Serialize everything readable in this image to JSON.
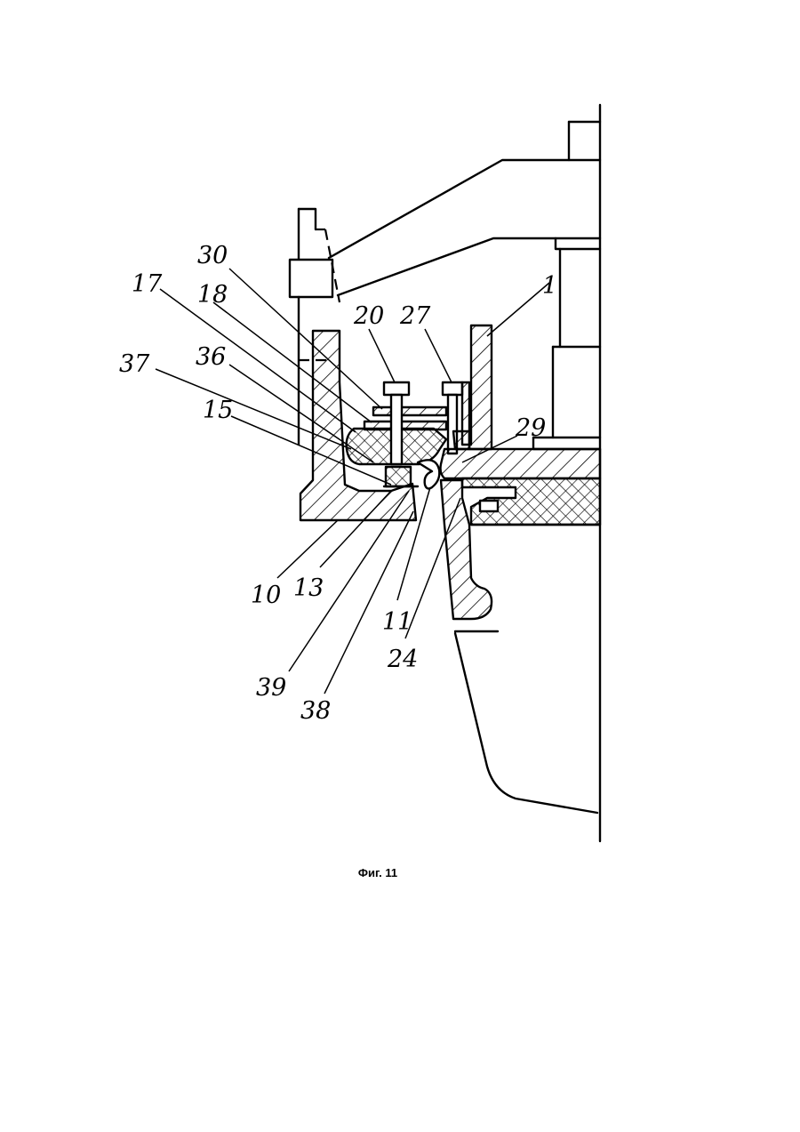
{
  "caption": "Фиг. 11",
  "labels": {
    "l1": "1",
    "l10": "10",
    "l11": "11",
    "l13": "13",
    "l15": "15",
    "l17": "17",
    "l18": "18",
    "l20": "20",
    "l24": "24",
    "l27": "27",
    "l29": "29",
    "l30": "30",
    "l36": "36",
    "l37": "37",
    "l38": "38",
    "l39": "39"
  }
}
